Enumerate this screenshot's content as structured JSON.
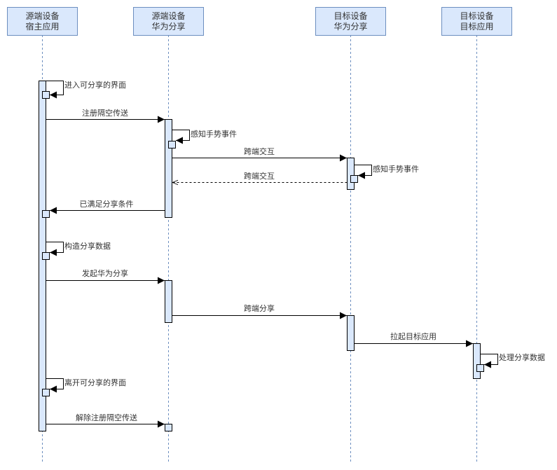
{
  "participants": [
    {
      "id": "src_host",
      "line1": "源端设备",
      "line2": "宿主应用"
    },
    {
      "id": "src_share",
      "line1": "源端设备",
      "line2": "华为分享"
    },
    {
      "id": "dst_share",
      "line1": "目标设备",
      "line2": "华为分享"
    },
    {
      "id": "dst_app",
      "line1": "目标设备",
      "line2": "目标应用"
    }
  ],
  "messages": [
    {
      "type": "self",
      "from": "src_host",
      "label": "进入可分享的界面"
    },
    {
      "type": "sync",
      "from": "src_host",
      "to": "src_share",
      "label": "注册隔空传送"
    },
    {
      "type": "self",
      "from": "src_share",
      "label": "感知手势事件"
    },
    {
      "type": "sync",
      "from": "src_share",
      "to": "dst_share",
      "label": "跨端交互"
    },
    {
      "type": "self",
      "from": "dst_share",
      "label": "感知手势事件"
    },
    {
      "type": "return",
      "from": "dst_share",
      "to": "src_share",
      "label": "跨端交互"
    },
    {
      "type": "sync",
      "from": "src_share",
      "to": "src_host",
      "label": "已满足分享条件"
    },
    {
      "type": "self",
      "from": "src_host",
      "label": "构造分享数据"
    },
    {
      "type": "sync",
      "from": "src_host",
      "to": "src_share",
      "label": "发起华为分享"
    },
    {
      "type": "sync",
      "from": "src_share",
      "to": "dst_share",
      "label": "跨端分享"
    },
    {
      "type": "sync",
      "from": "dst_share",
      "to": "dst_app",
      "label": "拉起目标应用"
    },
    {
      "type": "self",
      "from": "dst_app",
      "label": "处理分享数据"
    },
    {
      "type": "self",
      "from": "src_host",
      "label": "离开可分享的界面"
    },
    {
      "type": "sync",
      "from": "src_host",
      "to": "src_share",
      "label": "解除注册隔空传送"
    }
  ],
  "colors": {
    "participant_fill": "#dae8fc",
    "participant_stroke": "#6c8ebf",
    "activation_fill": "#dae8fc",
    "line": "#000000",
    "text": "#333333"
  }
}
